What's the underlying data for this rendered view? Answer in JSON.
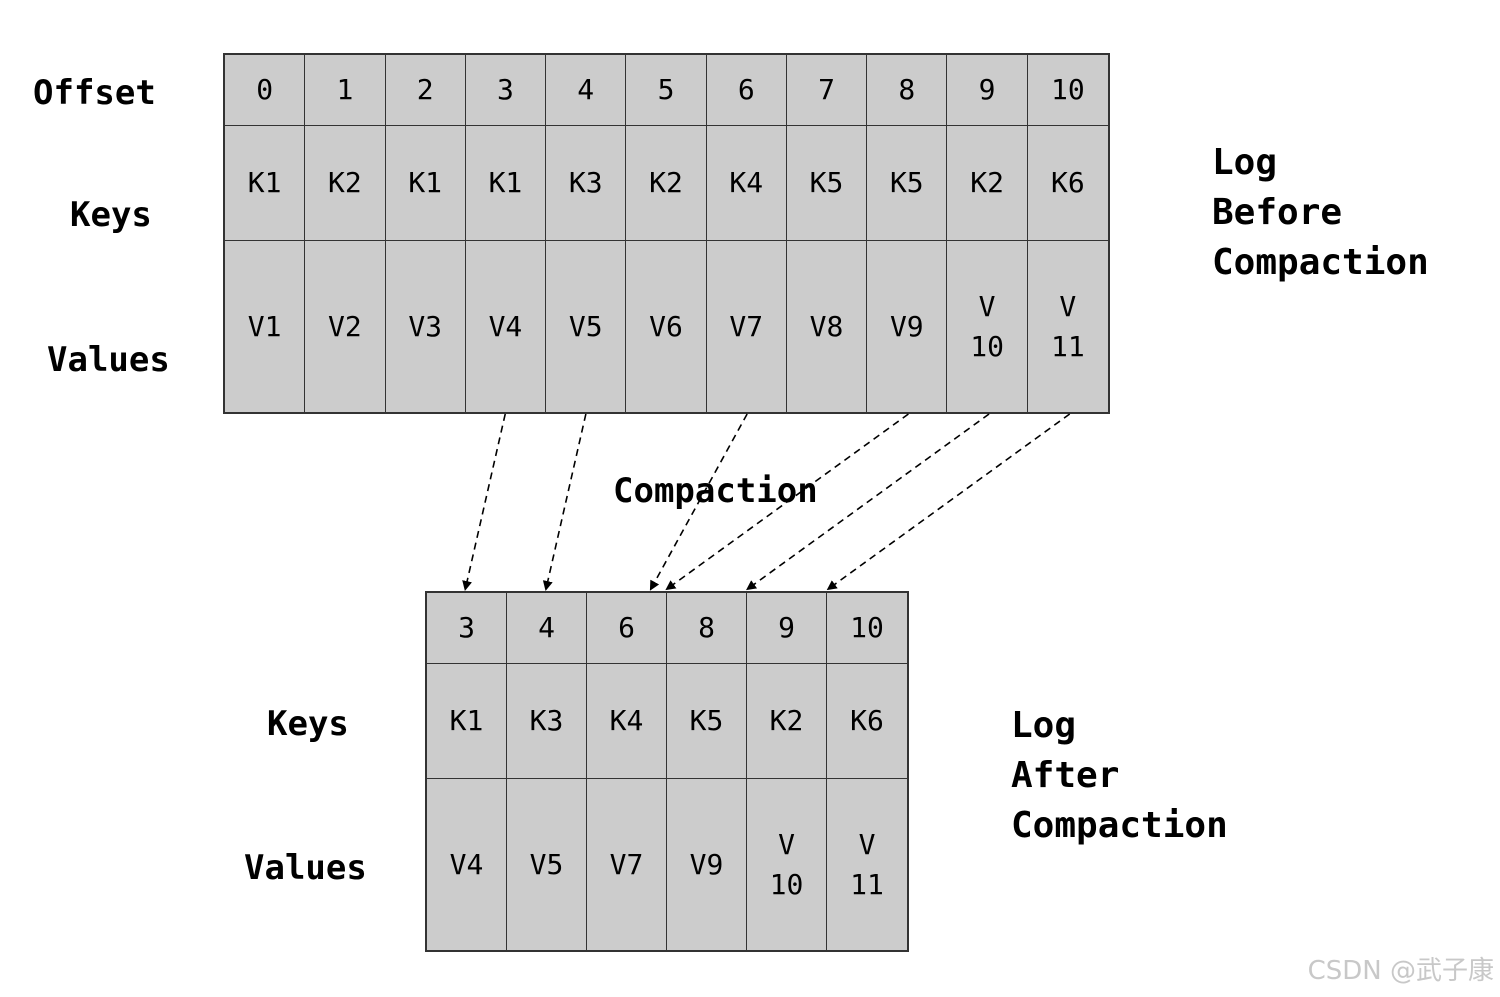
{
  "before": {
    "row_labels": {
      "offset": "Offset",
      "keys": "Keys",
      "values": "Values"
    },
    "title_lines": [
      "Log",
      "Before",
      "Compaction"
    ],
    "offsets": [
      "0",
      "1",
      "2",
      "3",
      "4",
      "5",
      "6",
      "7",
      "8",
      "9",
      "10"
    ],
    "keys": [
      "K1",
      "K2",
      "K1",
      "K1",
      "K3",
      "K2",
      "K4",
      "K5",
      "K5",
      "K2",
      "K6"
    ],
    "values": [
      "V1",
      "V2",
      "V3",
      "V4",
      "V5",
      "V6",
      "V7",
      "V8",
      "V9",
      "V\n10",
      "V\n11"
    ]
  },
  "after": {
    "row_labels": {
      "keys": "Keys",
      "values": "Values"
    },
    "title_lines": [
      "Log",
      "After",
      "Compaction"
    ],
    "offsets": [
      "3",
      "4",
      "6",
      "8",
      "9",
      "10"
    ],
    "keys": [
      "K1",
      "K3",
      "K4",
      "K5",
      "K2",
      "K6"
    ],
    "values": [
      "V4",
      "V5",
      "V7",
      "V9",
      "V\n10",
      "V\n11"
    ]
  },
  "compaction_label": "Compaction",
  "arrows": [
    {
      "from": "3",
      "to": "3"
    },
    {
      "from": "4",
      "to": "4"
    },
    {
      "from": "6",
      "to": "6"
    },
    {
      "from": "8",
      "to": "8"
    },
    {
      "from": "9",
      "to": "9"
    },
    {
      "from": "10",
      "to": "10"
    }
  ],
  "watermark": "CSDN @武子康",
  "colors": {
    "cell_fill": "#cccccc",
    "border": "#333333",
    "watermark": "#c8c8c8"
  }
}
